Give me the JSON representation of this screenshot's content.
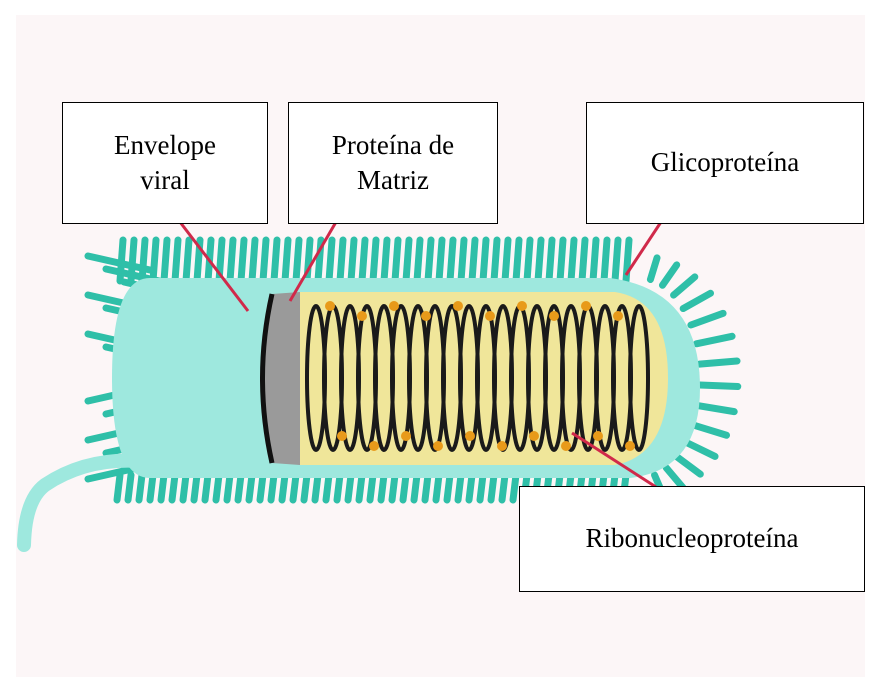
{
  "diagram": {
    "labels": {
      "envelope": {
        "line1": "Envelope",
        "line2": "viral"
      },
      "matrix": {
        "line1": "Proteína de",
        "line2": "Matriz"
      },
      "glycoprotein": {
        "text": "Glicoproteína"
      },
      "ribonucleoprotein": {
        "text": "Ribonucleoproteína"
      }
    },
    "colors": {
      "background": "#fcf6f7",
      "spikes": "#2fbfa8",
      "envelope": "#9ee8de",
      "matrix_fill": "#9a9a9a",
      "matrix_edge": "#111111",
      "coil": "#f0e69a",
      "coil_dark": "#1a1a1a",
      "nodes": "#e89a1a",
      "leader_lines": "#d0294a"
    }
  }
}
